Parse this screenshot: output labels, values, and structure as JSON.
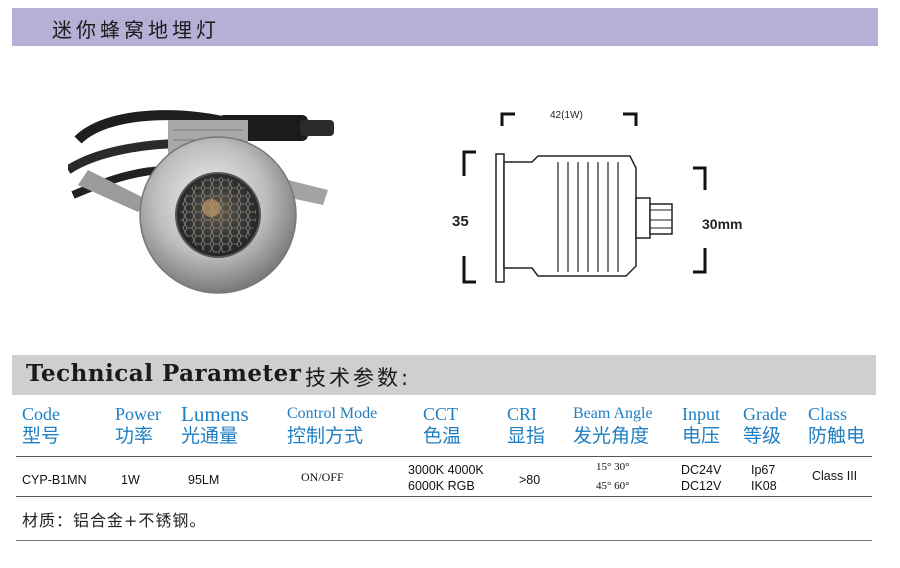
{
  "banner": {
    "title": "迷你蜂窝地埋灯"
  },
  "drawing": {
    "top_dim": "42(1W)",
    "left_dim": "35",
    "right_dim": "30mm"
  },
  "section": {
    "title_en": "Technical Parameter",
    "title_cn": "技术参数:"
  },
  "table": {
    "headers": [
      {
        "en": "Code",
        "cn": "型号"
      },
      {
        "en": "Power",
        "cn": "功率"
      },
      {
        "en": "Lumens",
        "cn": "光通量"
      },
      {
        "en": "Control Mode",
        "cn": "控制方式"
      },
      {
        "en": "CCT",
        "cn": "色温"
      },
      {
        "en": "CRI",
        "cn": "显指"
      },
      {
        "en": "Beam Angle",
        "cn": "发光角度"
      },
      {
        "en": "Input",
        "cn": "电压"
      },
      {
        "en": "Grade",
        "cn": "等级"
      },
      {
        "en": "Class",
        "cn": "防触电"
      }
    ],
    "row": {
      "code": "CYP-B1MN",
      "power": "1W",
      "lumens": "95LM",
      "control": "ON/OFF",
      "cct_line1": "3000K 4000K",
      "cct_line2": "6000K  RGB",
      "cri": ">80",
      "beam_line1": "15° 30°",
      "beam_line2": "45° 60°",
      "input_line1": "DC24V",
      "input_line2": "DC12V",
      "grade_line1": "Ip67",
      "grade_line2": "IK08",
      "class": "Class III"
    }
  },
  "note": "材质：铝合金+不锈钢。",
  "colors": {
    "banner": "#b7b0d6",
    "header_text": "#1f7fc2",
    "param_bar": "#cfcfcf"
  }
}
